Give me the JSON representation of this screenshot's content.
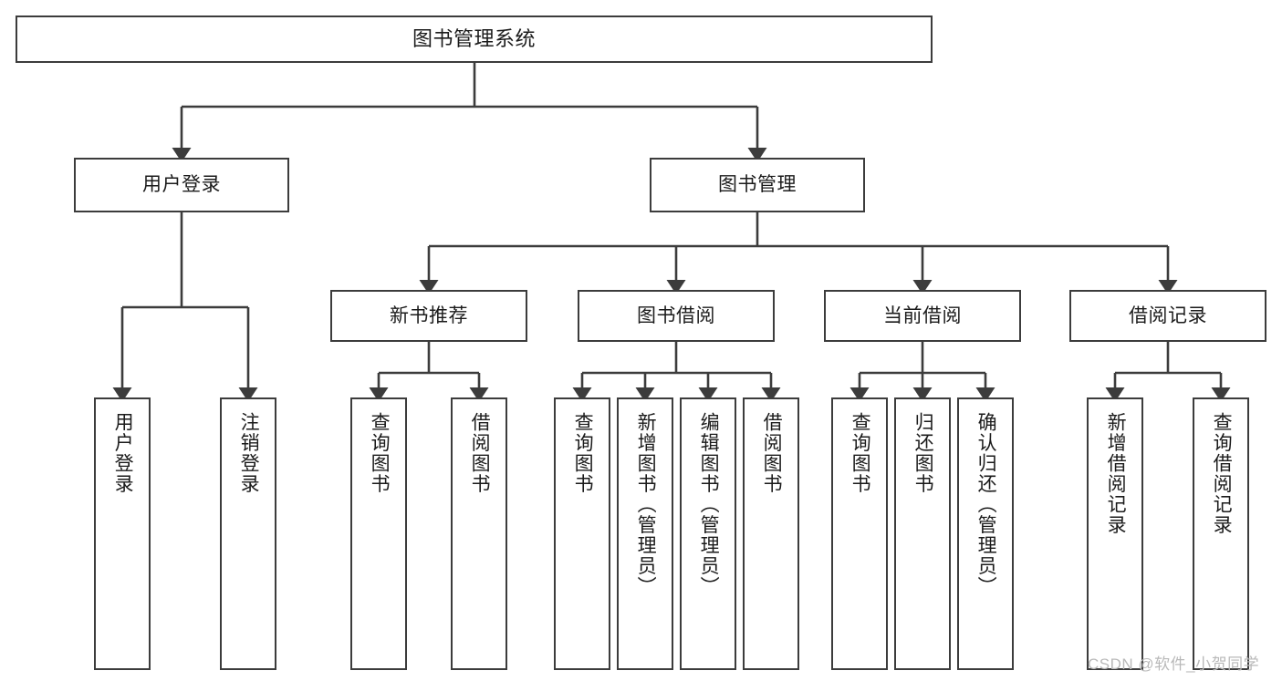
{
  "diagram": {
    "title": "图书管理系统",
    "stroke_color": "#3c3c3c",
    "fill_color": "#ffffff",
    "text_color": "#1b1b1b"
  },
  "nodes": {
    "root": {
      "label": "图书管理系统"
    },
    "tier2": [
      {
        "label": "用户登录"
      },
      {
        "label": "图书管理"
      }
    ],
    "tier3": [
      {
        "label": "新书推荐"
      },
      {
        "label": "图书借阅"
      },
      {
        "label": "当前借阅"
      },
      {
        "label": "借阅记录"
      }
    ],
    "leaves": {
      "user_login": [
        {
          "label": "用户登录"
        },
        {
          "label": "注销登录"
        }
      ],
      "new_book": [
        {
          "label": "查询图书"
        },
        {
          "label": "借阅图书"
        }
      ],
      "book_borrow": [
        {
          "label": "查询图书"
        },
        {
          "label": "新增图书（管理员）"
        },
        {
          "label": "编辑图书（管理员）"
        },
        {
          "label": "借阅图书"
        }
      ],
      "current_borrow": [
        {
          "label": "查询图书"
        },
        {
          "label": "归还图书"
        },
        {
          "label": "确认归还（管理员）"
        }
      ],
      "borrow_record": [
        {
          "label": "新增借阅记录"
        },
        {
          "label": "查询借阅记录"
        }
      ]
    }
  },
  "watermark": {
    "text": "CSDN @软件_小贺同学"
  }
}
